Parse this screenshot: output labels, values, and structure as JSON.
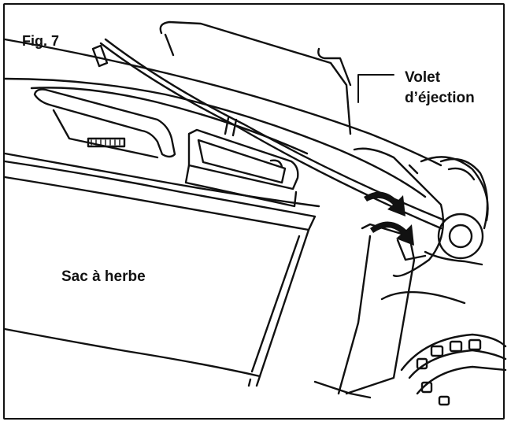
{
  "figure": {
    "label": "Fig. 7",
    "chute_label_line1": "Volet",
    "chute_label_line2": "d’éjection",
    "bag_label": "Sac à herbe"
  },
  "colors": {
    "ink": "#111111",
    "background": "#ffffff",
    "frame": "#111111"
  },
  "icons": [
    "arrow-curved-right-icon"
  ]
}
